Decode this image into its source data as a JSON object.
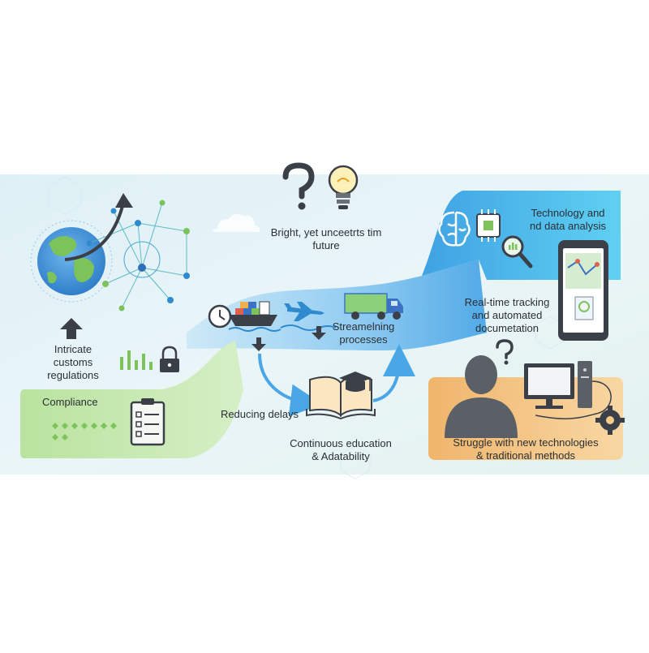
{
  "labels": {
    "future": [
      "Bright, yet unceetrts tim",
      "future"
    ],
    "technology": [
      "Technology and",
      "nd data analysis"
    ],
    "customs": [
      "Intricate",
      "customs",
      "regulations"
    ],
    "compliance": "Compliance",
    "streamlining": [
      "Streamelning",
      "processes"
    ],
    "tracking": [
      "Real-time tracking",
      "and automated",
      "documetation"
    ],
    "delays": "Reducing delays",
    "education": [
      "Continuous education",
      "& Adatability"
    ],
    "struggle": [
      "Struggle with new technologies",
      "& traditional methods"
    ]
  },
  "colors": {
    "background": "#e6f3f7",
    "ribbon_blue": "#5aaee9",
    "ribbon_green": "#8fcf6f",
    "struggle_orange": "#f3c27e",
    "accent_dark": "#3b4048",
    "accent_green": "#7dc25b",
    "truck_green": "#8cd07a",
    "truck_blue": "#3b72c4"
  },
  "icons": [
    "question-mark-icon",
    "lightbulb-icon",
    "globe-icon",
    "network-icon",
    "up-arrow-icon",
    "bar-chart-icon",
    "lock-icon",
    "clipboard-checklist-icon",
    "clock-icon",
    "cargo-ship-icon",
    "airplane-icon",
    "truck-icon",
    "down-arrow-icon",
    "open-book-icon",
    "graduation-cap-icon",
    "brain-icon",
    "chip-icon",
    "magnifier-icon",
    "smartphone-map-icon",
    "person-silhouette-icon",
    "computer-monitor-icon",
    "gear-icon"
  ]
}
